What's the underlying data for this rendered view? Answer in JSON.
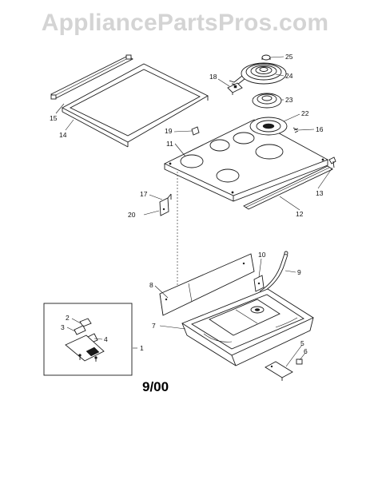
{
  "watermark": "AppliancePartsPros.com",
  "date_code": "9/00",
  "callouts": {
    "c1": "1",
    "c2": "2",
    "c3": "3",
    "c4": "4",
    "c5": "5",
    "c6": "6",
    "c7": "7",
    "c8": "8",
    "c9": "9",
    "c10": "10",
    "c11": "11",
    "c12": "12",
    "c13": "13",
    "c14": "14",
    "c15": "15",
    "c16": "16",
    "c17": "17",
    "c18": "18",
    "c19": "19",
    "c20": "20",
    "c22": "22",
    "c23": "23",
    "c24": "24",
    "c25": "25"
  }
}
